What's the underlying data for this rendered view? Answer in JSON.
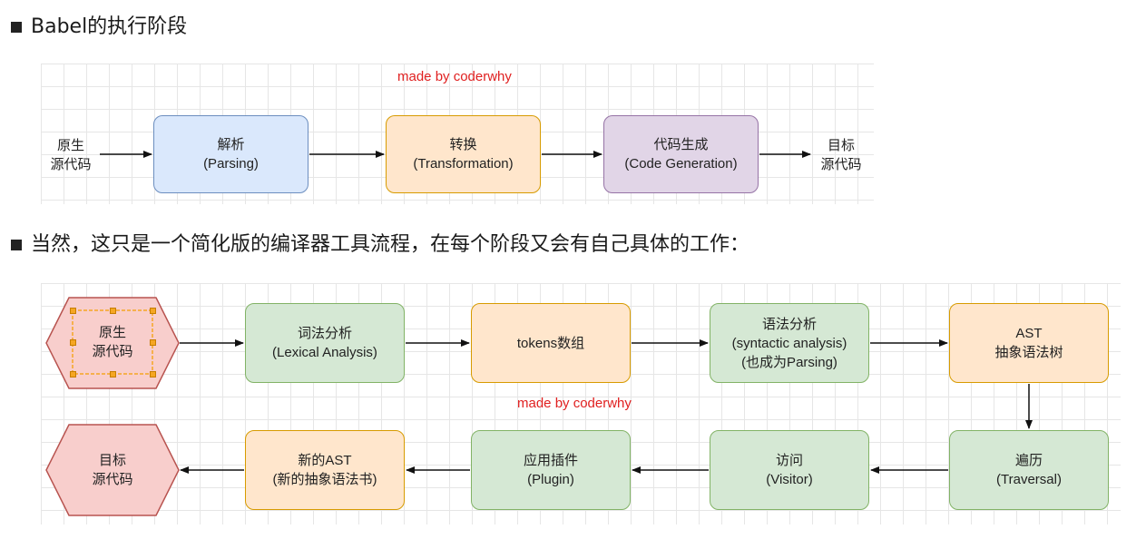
{
  "headings": {
    "stages": "Babel的执行阶段",
    "detail": "当然，这只是一个简化版的编译器工具流程，在每个阶段又会有自己具体的工作："
  },
  "watermark": "made by coderwhy",
  "diagram1": {
    "source": [
      "原生",
      "源代码"
    ],
    "target": [
      "目标",
      "源代码"
    ],
    "parsing": [
      "解析",
      "(Parsing)"
    ],
    "transformation": [
      "转换",
      "(Transformation)"
    ],
    "generation": [
      "代码生成",
      "(Code Generation)"
    ]
  },
  "diagram2": {
    "source": [
      "原生",
      "源代码"
    ],
    "lexical": [
      "词法分析",
      "(Lexical Analysis)"
    ],
    "tokens": [
      "tokens数组"
    ],
    "syntactic": [
      "语法分析",
      "(syntactic analysis)",
      "(也成为Parsing)"
    ],
    "ast": [
      "AST",
      "抽象语法树"
    ],
    "traversal": [
      "遍历",
      "(Traversal)"
    ],
    "visitor": [
      "访问",
      "(Visitor)"
    ],
    "plugin": [
      "应用插件",
      "(Plugin)"
    ],
    "new_ast": [
      "新的AST",
      "(新的抽象语法书)"
    ],
    "target": [
      "目标",
      "源代码"
    ]
  },
  "colors": {
    "blue_fill": "#dae8fc",
    "orange_fill": "#ffe6cc",
    "purple_fill": "#e1d5e7",
    "green_fill": "#d5e8d4",
    "hexagon_fill": "#f8cecc",
    "watermark": "#e02020"
  }
}
